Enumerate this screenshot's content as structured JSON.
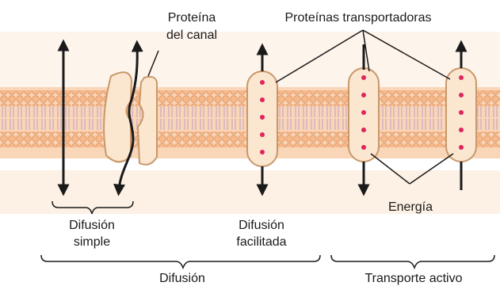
{
  "labels": {
    "channel_protein_line1": "Proteína",
    "channel_protein_line2": "del canal",
    "carrier_proteins": "Proteínas transportadoras",
    "simple_diffusion_line1": "Difusión",
    "simple_diffusion_line2": "simple",
    "facilitated_diffusion_line1": "Difusión",
    "facilitated_diffusion_line2": "facilitada",
    "energy": "Energía",
    "diffusion": "Difusión",
    "active_transport": "Transporte activo"
  },
  "colors": {
    "membrane_head": "#f5b98c",
    "membrane_head_edge": "#e39a6a",
    "membrane_band": "#f9d6b8",
    "membrane_tail": "#c9a7c3",
    "protein_fill": "#fbe6cf",
    "protein_edge": "#c9986a",
    "dot": "#e0245e",
    "ink": "#1a1a1a"
  }
}
